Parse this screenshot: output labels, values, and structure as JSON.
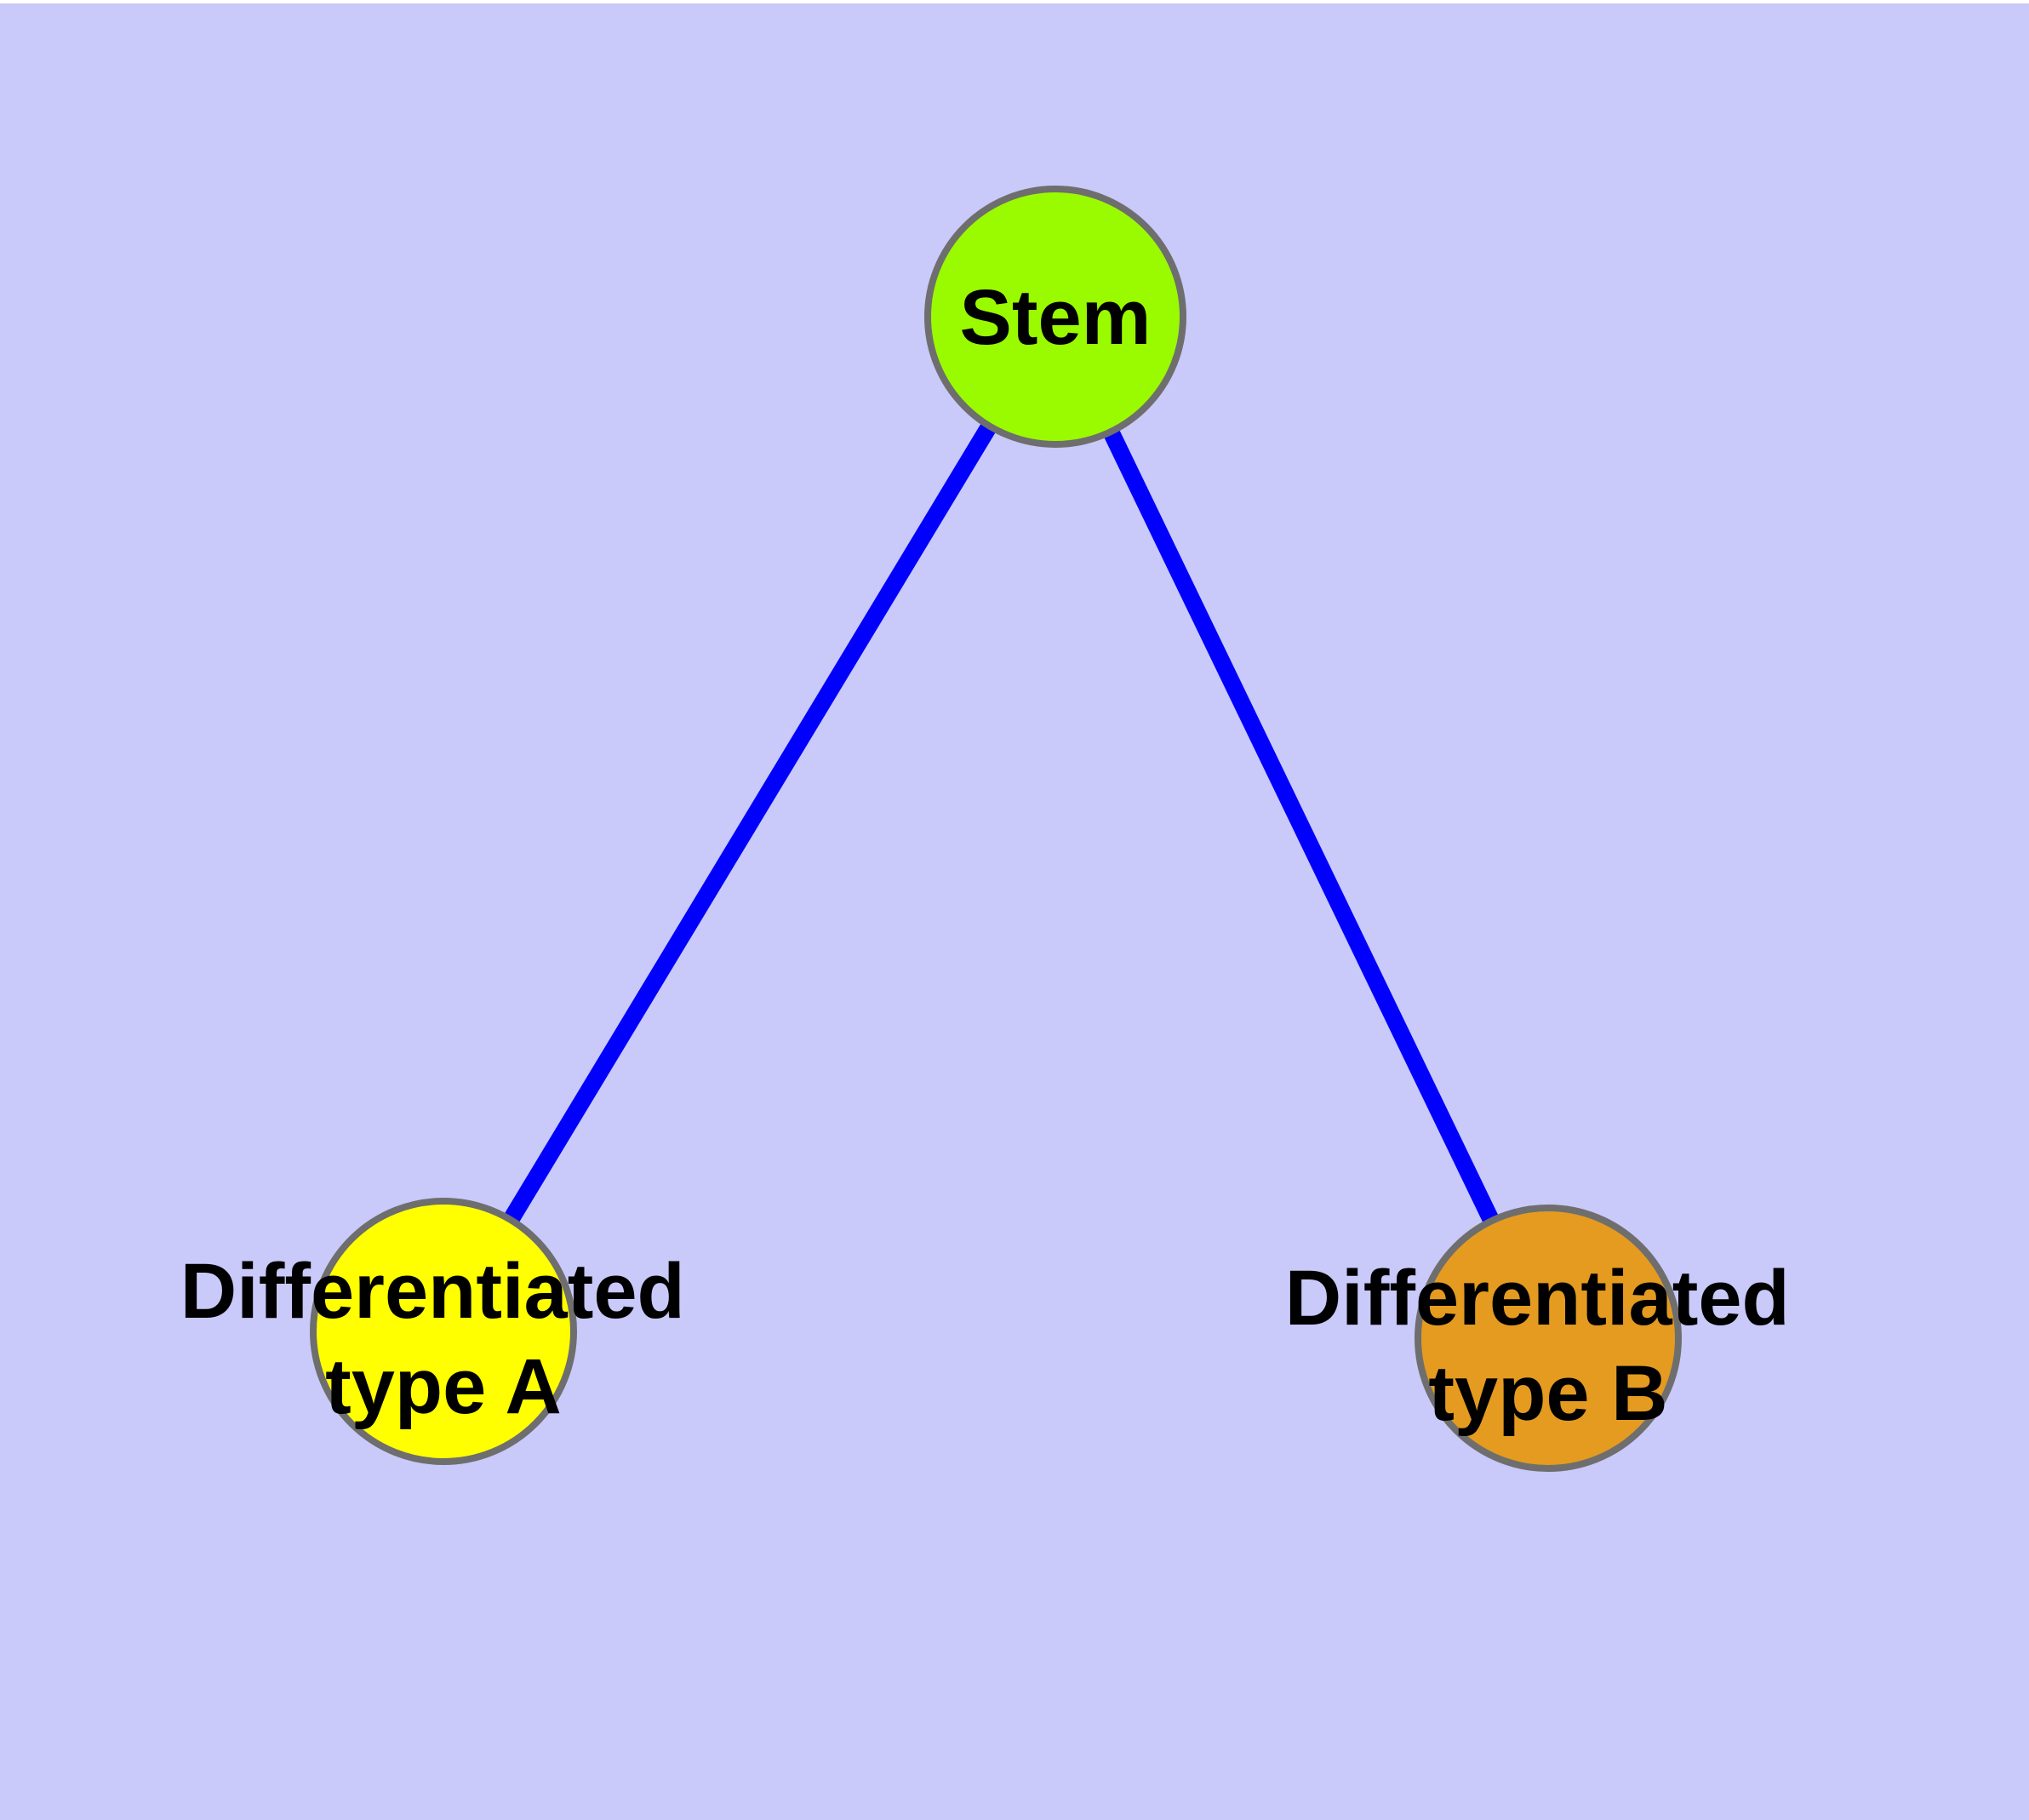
{
  "diagram": {
    "type": "node-edge-graph",
    "colors": {
      "background": "#C9C9FA",
      "top_margin_strip": "#FFFFFF",
      "edge": "#0000FC",
      "node_border": "#6E6E6E",
      "label_text": "#000000"
    },
    "nodes": {
      "stem": {
        "label": "Stem",
        "fill": "#9AFB00"
      },
      "type_a": {
        "label_line1": "Differentiated",
        "label_line2": "type A",
        "fill": "#FFFF00"
      },
      "type_b": {
        "label_line1": "Differentiated",
        "label_line2": "type B",
        "fill": "#E49B20"
      }
    },
    "edges": [
      {
        "from": "Stem",
        "to": "Differentiated type A"
      },
      {
        "from": "Stem",
        "to": "Differentiated type B"
      }
    ]
  }
}
